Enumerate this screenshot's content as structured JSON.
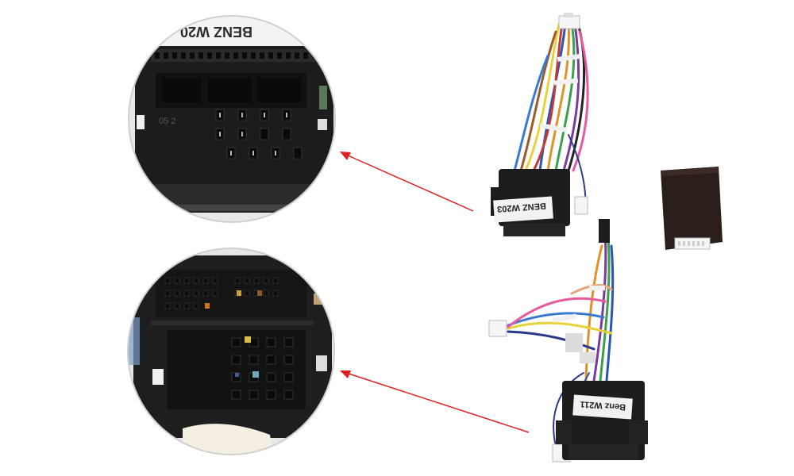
{
  "product": {
    "connector_top_label": "BENZ W203",
    "connector_bottom_label": "Benz W211",
    "zoom_top_label_fragment": "BENZ W20",
    "zoom_top_mold_text": "05 2"
  },
  "colors": {
    "connector_body": "#1c1c1c",
    "arrow": "#e02020",
    "label_bg": "#f2f2f2",
    "decoder_box": "#2a1e1a"
  }
}
